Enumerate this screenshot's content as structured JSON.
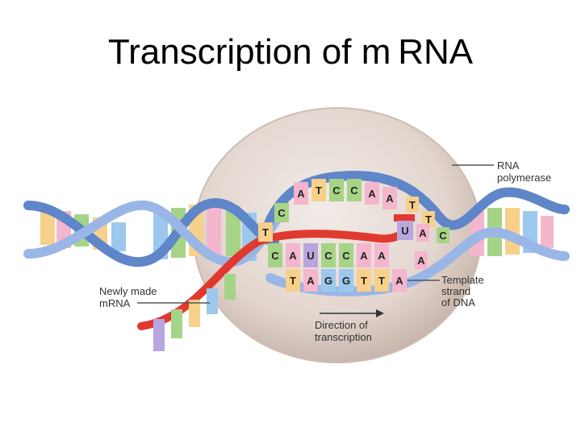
{
  "title": "Transcription of m RNA",
  "labels": {
    "rna_polymerase": [
      "RNA",
      "polymerase"
    ],
    "newly_made_mrna": [
      "Newly made",
      "mRNA"
    ],
    "template_strand": [
      "Template",
      "strand",
      "of DNA"
    ],
    "direction": [
      "Direction of",
      "transcription"
    ]
  },
  "bases": {
    "coding_strand": [
      "A",
      "T",
      "C",
      "C",
      "A",
      "A"
    ],
    "coding_left": [
      "C",
      "T"
    ],
    "coding_right": [
      "T",
      "T",
      "C"
    ],
    "mrna": [
      "C",
      "A",
      "U",
      "C",
      "C",
      "A",
      "A"
    ],
    "mrna_incoming": "U",
    "template": [
      "T",
      "A",
      "G",
      "G",
      "T",
      "T",
      "A"
    ],
    "template_right": [
      "A",
      "A"
    ]
  },
  "colors": {
    "backbone": "#5f86c8",
    "backbone_light": "#9ab6e6",
    "mrna": "#e03a30",
    "polymerase": "#e7dcd6",
    "base_a": "#f4b6cc",
    "base_t": "#f7d08a",
    "base_c": "#a6d486",
    "base_g": "#9cc8ee",
    "base_u": "#b8a6df"
  }
}
